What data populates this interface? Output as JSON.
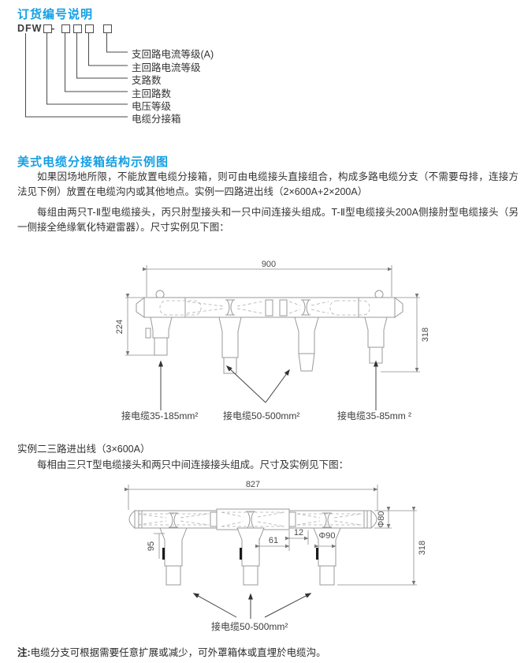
{
  "colors": {
    "accent": "#149fe4",
    "text": "#333333",
    "line": "#9a9a9a"
  },
  "section1": {
    "title": "订货编号说明"
  },
  "model": {
    "prefix": "DFW",
    "separator": "-",
    "labels": [
      "支回路电流等级(A)",
      "主回路电流等级",
      "支路数",
      "主回路数",
      "电压等级",
      "电缆分接箱"
    ]
  },
  "section2": {
    "title": "美式电缆分接箱结构示例图",
    "para1": "如果因场地所限，不能放置电缆分接箱，则可由电缆接头直接组合，构成多路电缆分支（不需要母排，连接方法见下例）放置在电缆沟内或其他地点。实例一四路进出线（2×600A+2×200A）",
    "para2": "每组由两只T-Ⅱ型电缆接头，丙只肘型接头和一只中间连接头组成。T-Ⅱ型电缆接头200A侧接肘型电缆接头（另一侧接全绝缘氧化特避雷器）。尺寸实例见下图："
  },
  "example1": {
    "drawing": {
      "dim_width": "900",
      "dim_left": "224",
      "dim_right": "318"
    },
    "cable_labels": [
      "接电缆35-185mm²",
      "接电缆50-500mm²",
      "接电缆35-85mm ²"
    ]
  },
  "example2": {
    "title": "实例二三路进出线（3×600A）",
    "desc": "每相由三只T型电缆接头和两只中间连接接头组成。尺寸及实例见下图：",
    "drawing": {
      "dim_width": "827",
      "dim_95": "95",
      "dim_61": "61",
      "dim_12": "12",
      "dim_phi90": "Φ90",
      "dim_phi80": "Φ80",
      "dim_right": "318"
    },
    "cable_label": "接电缆50-500mm²"
  },
  "note": {
    "label": "注:",
    "text": "电缆分支可根据需要任意扩展或减少，可外罩箱体或直埋於电缆沟。"
  }
}
